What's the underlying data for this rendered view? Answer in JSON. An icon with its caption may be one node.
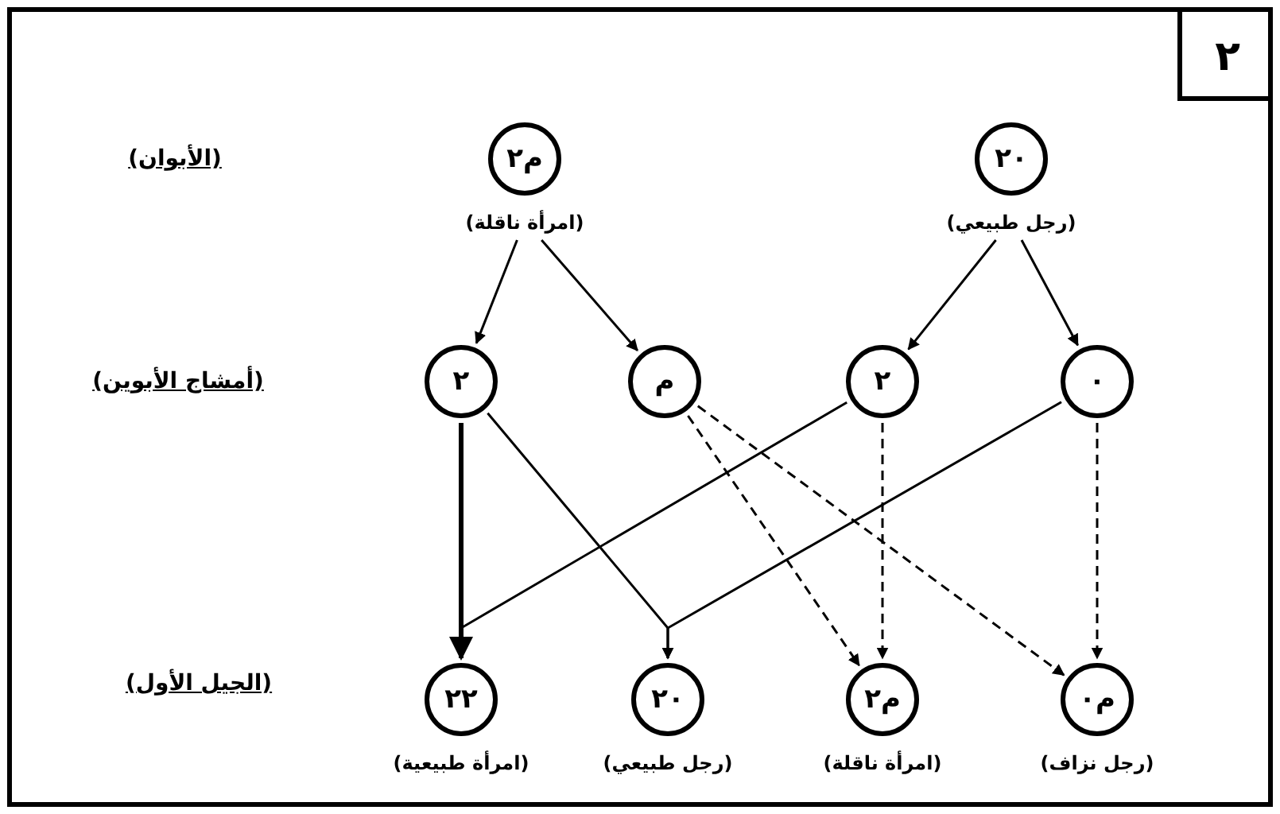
{
  "diagram": {
    "nodes": [
      {
        "text": [
          "م٢"
        ],
        "beside": [
          "(امرأة ناقلة)"
        ]
      },
      {
        "text": [
          "٢٠"
        ],
        "beside": [
          "(رجل طبيعي)"
        ]
      },
      {
        "text": [
          "٢"
        ]
      },
      {
        "text": [
          "م"
        ]
      },
      {
        "text": [
          "٢"
        ]
      },
      {
        "text": [
          "٠"
        ]
      },
      {
        "text": [
          "٢٢"
        ],
        "beside": [
          "(امرأة طبيعية)"
        ]
      },
      {
        "text": [
          "٢٠"
        ],
        "beside": [
          "(رجل طبيعي)"
        ]
      },
      {
        "text": [
          "م٢"
        ],
        "beside": [
          "(امرأة ناقلة)"
        ]
      },
      {
        "text": [
          "م٠"
        ],
        "beside": [
          "(رجل نزاف)"
        ]
      }
    ],
    "edges": [
      {
        "from": 0,
        "to": 2,
        "arrow": "to"
      },
      {
        "from": 0,
        "to": 3,
        "arrow": "to"
      },
      {
        "from": 1,
        "to": 4,
        "arrow": "to"
      },
      {
        "from": 1,
        "to": 5,
        "arrow": "to"
      },
      {
        "from": 2,
        "to": 6,
        "arrow": "to",
        "style": "thick"
      },
      {
        "from": 4,
        "to": 6,
        "arrow": "to"
      },
      {
        "from": 2,
        "to": 7,
        "arrow": "to"
      },
      {
        "from": 5,
        "to": 7,
        "arrow": "to"
      },
      {
        "from": 3,
        "to": 8,
        "arrow": "to",
        "style": "dashed"
      },
      {
        "from": 4,
        "to": 8,
        "arrow": "to",
        "style": "dashed"
      },
      {
        "from": 3,
        "to": 9,
        "arrow": "to",
        "style": "dashed"
      },
      {
        "from": 5,
        "to": 9,
        "arrow": "to",
        "style": "dashed"
      }
    ],
    "labels": [
      "٢",
      "(الأبوان)",
      "(أمشاج الأبوين)",
      "(الجيل الأول)"
    ]
  }
}
